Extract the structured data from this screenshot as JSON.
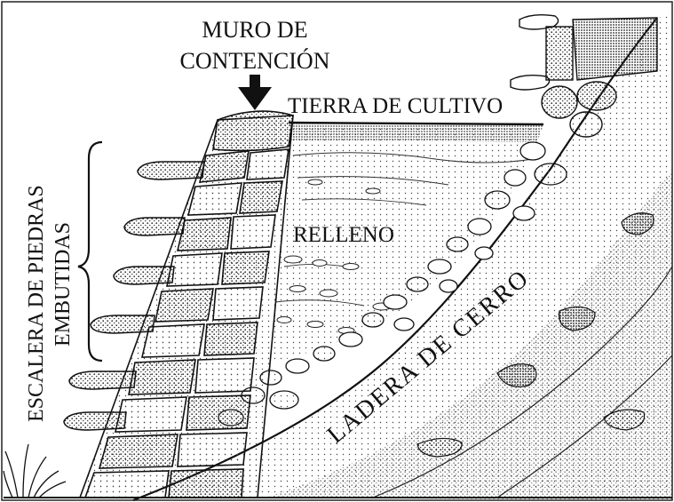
{
  "labels": {
    "wall_line1": "MURO DE",
    "wall_line2": "CONTENCIÓN",
    "topsoil": "TIERRA DE CULTIVO",
    "fill": "RELLENO",
    "hillside": "LADERA DE CERRO",
    "stairs_line1": "ESCALERA DE PIEDRAS",
    "stairs_line2": "EMBUTIDAS"
  },
  "icons": {
    "wall_pointer": "down-arrow-icon",
    "stairs_range": "curly-brace-icon"
  },
  "colors": {
    "ink": "#111111",
    "paper": "#ffffff",
    "stipple": "#444444"
  }
}
